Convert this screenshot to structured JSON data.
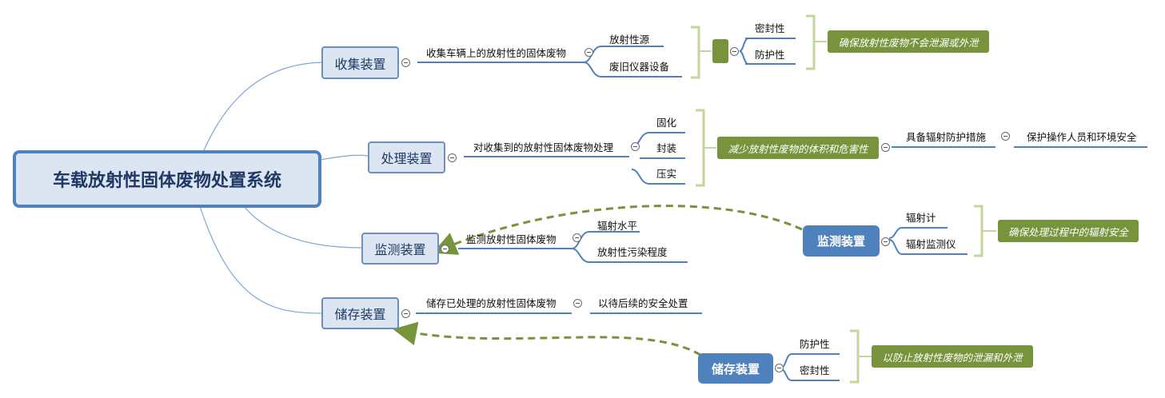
{
  "root": "车载放射性固体废物处置系统",
  "branches": {
    "collect": {
      "title": "收集装置",
      "desc": "收集车辆上的放射性的固体废物",
      "items": [
        "放射性源",
        "废旧仪器设备"
      ],
      "props": [
        "密封性",
        "防护性"
      ],
      "note": "确保放射性废物不会泄漏或外泄"
    },
    "process": {
      "title": "处理装置",
      "desc": "对收集到的放射性固体废物处理",
      "items": [
        "固化",
        "封装",
        "压实"
      ],
      "note": "减少放射性废物的体积和危害性",
      "next": "具备辐射防护措施",
      "next2": "保护操作人员和环境安全"
    },
    "monitor": {
      "title": "监测装置",
      "desc": "监测放射性固体废物",
      "items": [
        "辐射水平",
        "放射性污染程度"
      ],
      "float_title": "监测装置",
      "float_items": [
        "辐射计",
        "辐射监测仪"
      ],
      "note": "确保处理过程中的辐射安全"
    },
    "storage": {
      "title": "储存装置",
      "desc": "储存已处理的放射性固体废物",
      "item": "以待后续的安全处置",
      "float_title": "储存装置",
      "float_items": [
        "防护性",
        "密封性"
      ],
      "note": "以防止放射性废物的泄漏和外泄"
    }
  },
  "colors": {
    "accent": "#4f81bd",
    "node_fill": "#dce6f2",
    "note_green": "#77933c",
    "bracket": "#c3d69b"
  }
}
